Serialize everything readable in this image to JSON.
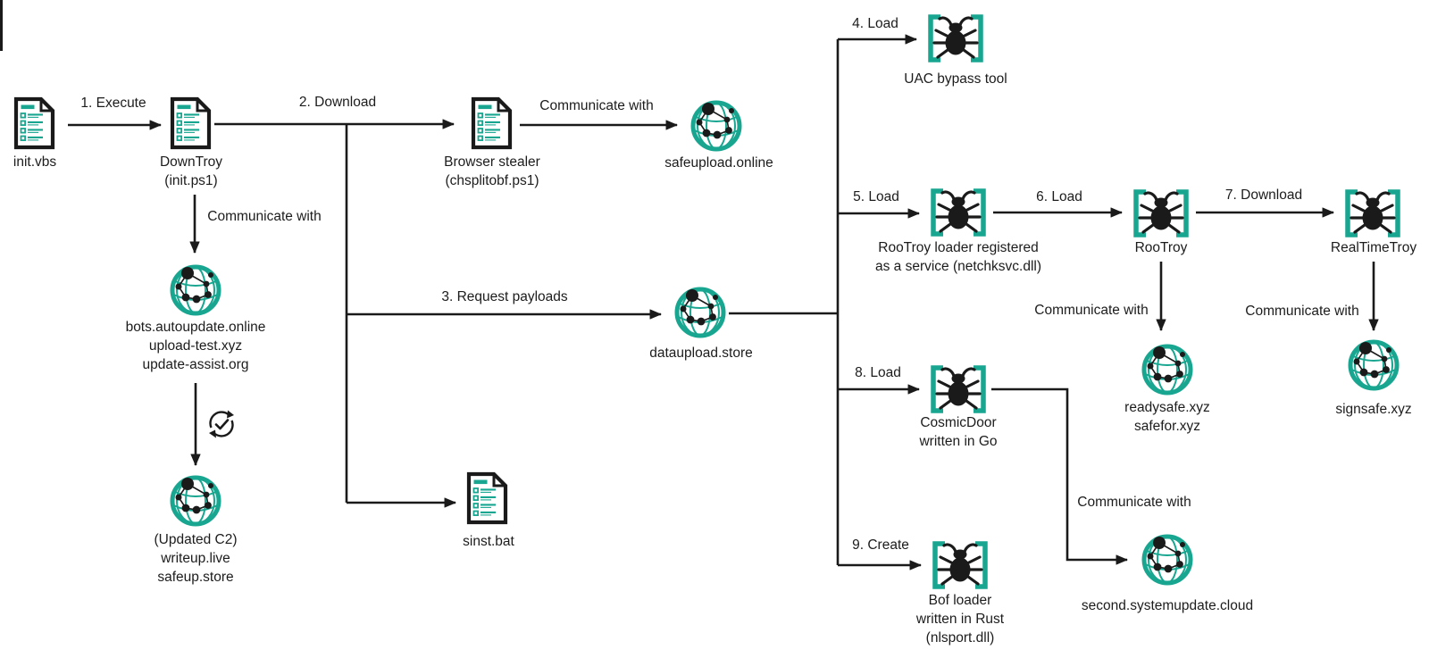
{
  "title": "Malware infection chain diagram",
  "colors": {
    "accent_teal": "#19A690",
    "ink": "#1A1A1A",
    "background": "#FFFFFF"
  },
  "nodes": {
    "init_vbs": {
      "icon": "file-icon",
      "lines": [
        "init.vbs"
      ]
    },
    "downtroy": {
      "icon": "file-icon",
      "lines": [
        "DownTroy",
        "(init.ps1)"
      ]
    },
    "browser_stealer": {
      "icon": "file-icon",
      "lines": [
        "Browser stealer",
        "(chsplitobf.ps1)"
      ]
    },
    "safeupload": {
      "icon": "globe-icon",
      "lines": [
        "safeupload.online"
      ]
    },
    "initial_c2": {
      "icon": "globe-icon",
      "lines": [
        "bots.autoupdate.online",
        "upload-test.xyz",
        "update-assist.org"
      ]
    },
    "updated_c2": {
      "icon": "globe-icon",
      "lines": [
        "(Updated C2)",
        "writeup.live",
        "safeup.store"
      ]
    },
    "dataupload": {
      "icon": "globe-icon",
      "lines": [
        "dataupload.store"
      ]
    },
    "sinst_bat": {
      "icon": "file-icon",
      "lines": [
        "sinst.bat"
      ]
    },
    "uac_bypass": {
      "icon": "malware-icon",
      "lines": [
        "UAC bypass tool"
      ]
    },
    "rootroy_loader": {
      "icon": "malware-icon",
      "lines": [
        "RooTroy loader registered",
        "as a service (netchksvc.dll)"
      ]
    },
    "rootroy": {
      "icon": "malware-icon",
      "lines": [
        "RooTroy"
      ]
    },
    "realtimetroy": {
      "icon": "malware-icon",
      "lines": [
        "RealTimeTroy"
      ]
    },
    "rootroy_c2": {
      "icon": "globe-icon",
      "lines": [
        "readysafe.xyz",
        "safefor.xyz"
      ]
    },
    "realtimetroy_c2": {
      "icon": "globe-icon",
      "lines": [
        "signsafe.xyz"
      ]
    },
    "cosmicdoor": {
      "icon": "malware-icon",
      "lines": [
        "CosmicDoor",
        "written in Go"
      ]
    },
    "cosmicdoor_c2": {
      "icon": "globe-icon",
      "lines": [
        "second.systemupdate.cloud"
      ]
    },
    "bof_loader": {
      "icon": "malware-icon",
      "lines": [
        "Bof loader",
        "written in Rust",
        "(nlsport.dll)"
      ]
    }
  },
  "edges": {
    "step1": "1. Execute",
    "step2": "2. Download",
    "step3": "3. Request payloads",
    "step4": "4. Load",
    "step5": "5. Load",
    "step6": "6. Load",
    "step7": "7. Download",
    "step8": "8. Load",
    "step9": "9. Create",
    "comm_downtroy": "Communicate with",
    "comm_browser_stealer": "Communicate with",
    "comm_rootroy": "Communicate with",
    "comm_realtimetroy": "Communicate with",
    "comm_cosmicdoor": "Communicate with"
  }
}
